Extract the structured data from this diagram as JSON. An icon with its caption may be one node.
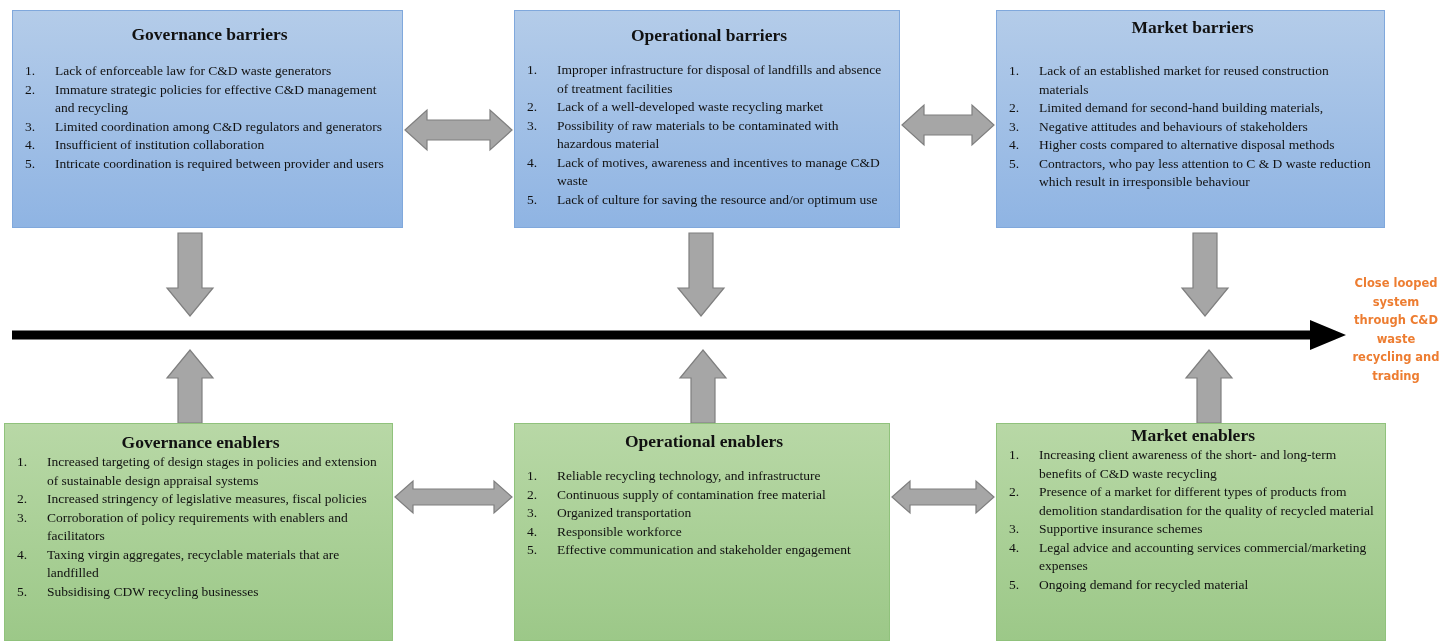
{
  "diagram": {
    "nodes": [
      {
        "text": [
          "Governance barriers",
          "1. Lack of enforceable law for C&D waste generators",
          "2. Immature strategic policies for effective C&D management and recycling",
          "3. Limited coordination among C&D regulators and generators",
          "4. Insufficient of institution collaboration",
          "5. Intricate coordination is required between provider and users"
        ]
      },
      {
        "text": [
          "Operational barriers",
          "1. Improper infrastructure for disposal of landfills and absence of treatment facilities",
          "2. Lack of a well-developed waste recycling market",
          "3. Possibility of raw materials to be contaminated with hazardous material",
          "4. Lack of motives, awareness and incentives to manage C&D waste",
          "5. Lack of culture for saving the resource and/or optimum use"
        ]
      },
      {
        "text": [
          "Market barriers",
          "1. Lack of an established market for reused construction materials",
          "2. Limited demand for second-hand building materials,",
          "3. Negative attitudes and behaviours of stakeholders",
          "4. Higher costs compared to alternative disposal methods",
          "5. Contractors, who pay less attention to C & D waste reduction which result in irresponsible behaviour"
        ]
      },
      {
        "text": [
          "Governance enablers",
          "1. Increased targeting of design stages in policies and extension of sustainable design appraisal systems",
          "2. Increased stringency of legislative measures, fiscal policies",
          "3. Corroboration of policy requirements with enablers and facilitators",
          "4. Taxing virgin aggregates, recyclable materials that are landfilled",
          "5. Subsidising CDW recycling businesses"
        ]
      },
      {
        "text": [
          "Operational enablers",
          "1. Reliable recycling technology, and infrastructure",
          "2. Continuous supply of contamination free material",
          "3. Organized transportation",
          "4. Responsible workforce",
          "5. Effective communication and stakeholder engagement"
        ]
      },
      {
        "text": [
          "Market enablers",
          "1. Increasing client awareness of the short- and long-term benefits of C&D waste recycling",
          "2. Presence of a market for different types of products from demolition standardisation for the quality of recycled material",
          "3. Supportive insurance schemes",
          "4. Legal advice and accounting services commercial/marketing expenses",
          "5. Ongoing demand for recycled material"
        ]
      },
      {
        "text": [
          "Close looped system through C&D waste recycling and trading"
        ]
      }
    ],
    "edges": [
      {
        "from": 0,
        "to": 1,
        "arrow": "both"
      },
      {
        "from": 1,
        "to": 2,
        "arrow": "both"
      },
      {
        "from": 3,
        "to": 4,
        "arrow": "both"
      },
      {
        "from": 4,
        "to": 5,
        "arrow": "both"
      },
      {
        "from": 0,
        "to": null,
        "arrow": "to"
      },
      {
        "from": 1,
        "to": null,
        "arrow": "to"
      },
      {
        "from": 2,
        "to": null,
        "arrow": "to"
      },
      {
        "from": 3,
        "to": null,
        "arrow": "to"
      },
      {
        "from": 4,
        "to": null,
        "arrow": "to"
      },
      {
        "from": 5,
        "to": null,
        "arrow": "to"
      },
      {
        "from": null,
        "to": 6,
        "arrow": "to",
        "color": "#000000"
      }
    ]
  }
}
